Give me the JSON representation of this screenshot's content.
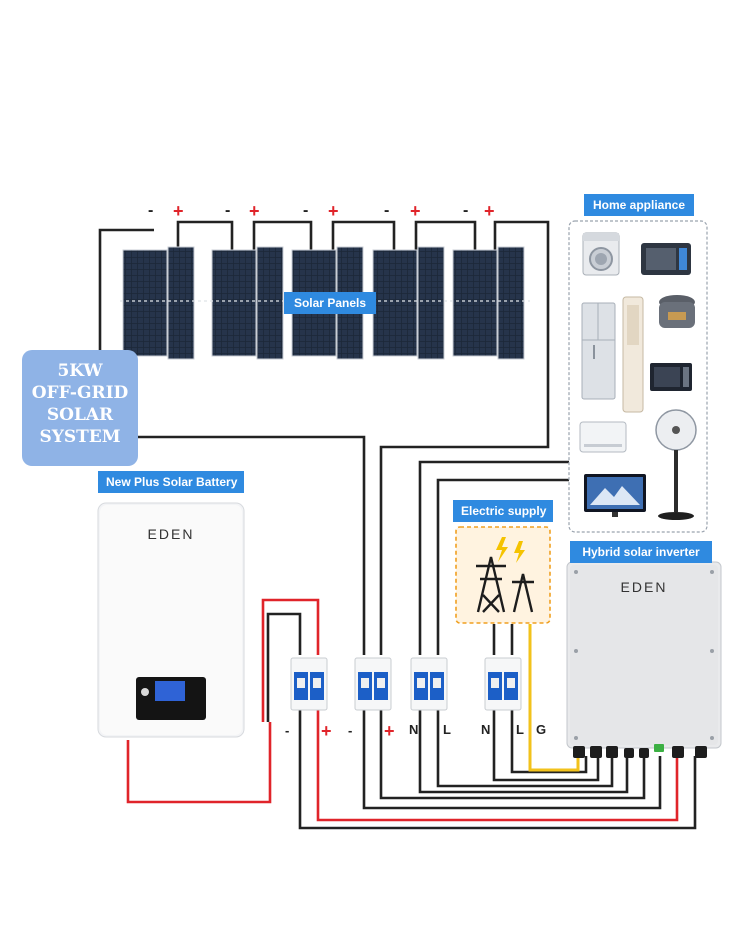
{
  "system_label": {
    "lines": [
      "5KW",
      "OFF-GRID",
      "SOLAR",
      "SYSTEM"
    ]
  },
  "labels": {
    "solar_panels": "Solar Panels",
    "home_appliance": "Home appliance",
    "battery": "New Plus Solar Battery",
    "electric_supply": "Electric supply",
    "inverter": "Hybrid solar inverter"
  },
  "brands": {
    "battery": "EDEN",
    "inverter": "EDEN"
  },
  "panel_polarity": {
    "minus": "-",
    "plus": "+"
  },
  "breaker_terminals": {
    "battery": [
      "-",
      "+"
    ],
    "pv": [
      "-",
      "+"
    ],
    "output": [
      "N",
      "L"
    ],
    "grid": [
      "N",
      "L",
      "G"
    ]
  },
  "colors": {
    "label_bg": "#2f8ae0",
    "system_bg": "#8fb3e6",
    "wire_black": "#222222",
    "wire_red": "#e0242a",
    "wire_yellow": "#f2c21b",
    "breaker_blue": "#1c5fc7",
    "plus_red": "#e0242a"
  },
  "icons": {
    "appliances": [
      "washing-machine-icon",
      "oven-icon",
      "fridge-icon",
      "air-purifier-icon",
      "rice-cooker-icon",
      "microwave-icon",
      "air-conditioner-icon",
      "fan-icon",
      "tv-icon"
    ],
    "grid": "transmission-tower-icon"
  }
}
